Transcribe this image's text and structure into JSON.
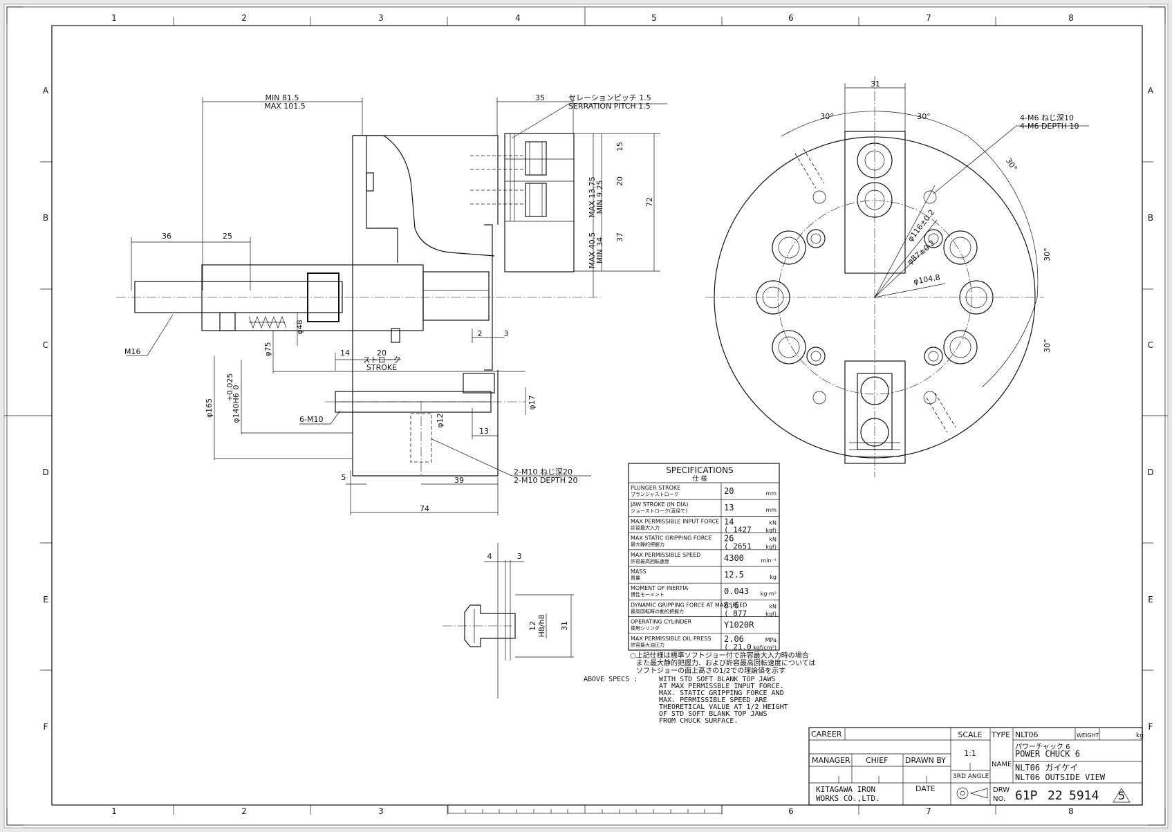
{
  "border": {
    "columns": [
      "1",
      "2",
      "3",
      "4",
      "5",
      "6",
      "7",
      "8"
    ],
    "rows": [
      "A",
      "B",
      "C",
      "D",
      "E",
      "F"
    ]
  },
  "side_view": {
    "dim_min_max_line1": "MIN 81.5",
    "dim_min_max_line2": "MAX 101.5",
    "dim_35": "35",
    "serration_jp": "セレーションピッチ 1.5",
    "serration_en": "SERRATION PITCH 1.5",
    "dim_15": "15",
    "dim_20_v": "20",
    "dim_37": "37",
    "dim_72": "72",
    "max_min_jaw_1": "MAX 13.75",
    "max_min_jaw_2": "MIN 9.25",
    "max_min_plunger_1": "MAX 40.5",
    "max_min_plunger_2": "MIN 34",
    "dim_36": "36",
    "dim_25": "25",
    "m16": "M16",
    "phi48": "φ48",
    "phi75": "φ75",
    "dim_14": "14",
    "dim_20": "20",
    "stroke_jp": "ストローク",
    "stroke_en": "STROKE",
    "dim_2": "2",
    "dim_3": "3",
    "phi17": "φ17",
    "phi12": "φ12",
    "dim_13": "13",
    "phi165": "φ165",
    "phi140": "φ140H6",
    "phi140_tol_up": "+0.025",
    "phi140_tol_lo": "0",
    "m10_6": "6-M10",
    "m10_2_jp": "2-M10 ねじ深20",
    "m10_2_en": "2-M10 DEPTH 20",
    "dim_5": "5",
    "dim_39": "39",
    "dim_74": "74"
  },
  "front_view": {
    "dim_31": "31",
    "angle_30": "30°",
    "m6_jp": "4-M6 ねじ深10",
    "m6_en": "4-M6 DEPTH 10",
    "phi116": "φ116±0.2",
    "phi87": "φ87±0.2",
    "phi104": "φ104.8"
  },
  "jaw_detail": {
    "dim_4": "4",
    "dim_3": "3",
    "dim_12": "12",
    "dim_h8": "H8/h8",
    "dim_31": "31"
  },
  "specifications": {
    "title_en": "SPECIFICATIONS",
    "title_jp": "仕 様",
    "rows": [
      {
        "label_en": "PLUNGER STROKE",
        "label_jp": "プランジャストローク",
        "value": "20",
        "unit": "mm",
        "value2": "",
        "unit2": ""
      },
      {
        "label_en": "JAW STROKE (IN DIA)",
        "label_jp": "ジョーストローク(直径で)",
        "value": "13",
        "unit": "mm",
        "value2": "",
        "unit2": ""
      },
      {
        "label_en": "MAX PERMISSIBLE INPUT FORCE",
        "label_jp": "許容最大入力",
        "value": "14",
        "unit": "kN",
        "value2": "( 1427",
        "unit2": "kgf)"
      },
      {
        "label_en": "MAX STATIC GRIPPING FORCE",
        "label_jp": "最大静的把握力",
        "value": "26",
        "unit": "kN",
        "value2": "( 2651",
        "unit2": "kgf)"
      },
      {
        "label_en": "MAX PERMISSIBLE SPEED",
        "label_jp": "許容最高回転速度",
        "value": "4300",
        "unit": "min⁻¹",
        "value2": "",
        "unit2": ""
      },
      {
        "label_en": "MASS",
        "label_jp": "質量",
        "value": "12.5",
        "unit": "kg",
        "value2": "",
        "unit2": ""
      },
      {
        "label_en": "MOMENT OF INERTIA",
        "label_jp": "慣性モーメント",
        "value": "0.043",
        "unit": "kg·m²",
        "value2": "",
        "unit2": ""
      },
      {
        "label_en": "DYNAMIC GRIPPING FORCE AT MAX SPEED",
        "label_jp": "最高回転時の動的把握力",
        "value": "8.6",
        "unit": "kN",
        "value2": "( 877",
        "unit2": "kgf)"
      },
      {
        "label_en": "OPERATING CYLINDER",
        "label_jp": "使用シリンダ",
        "value": "Y1020R",
        "unit": "",
        "value2": "",
        "unit2": ""
      },
      {
        "label_en": "MAX PERMISSIBLE OIL PRESS",
        "label_jp": "許容最大油圧力",
        "value": "2.06",
        "unit": "MPa",
        "value2": "( 21.0",
        "unit2": "kgf/cm²)"
      }
    ],
    "note_jp_1": "○上記仕様は標準ソフトジョー付で許容最大入力時の場合",
    "note_jp_2": "また最大静的把握力、および許容最高回転速度については",
    "note_jp_3": "ソフトジョーの面上高さの1/2での理論値を示す",
    "note_en_label": "ABOVE SPECS :",
    "note_en_1": "WITH STD SOFT BLANK TOP JAWS",
    "note_en_2": "AT MAX PERMISSBLE INPUT FORCE.",
    "note_en_3": "MAX. STATIC GRIPPING FORCE AND",
    "note_en_4": "MAX. PERMISSIBLE SPEED ARE",
    "note_en_5": "THEORETICAL VALUE AT 1/2 HEIGHT",
    "note_en_6": "OF STD SOFT BLANK TOP JAWS",
    "note_en_7": "FROM CHUCK SURFACE."
  },
  "title_block": {
    "career": "CAREER",
    "scale_label": "SCALE",
    "scale_value": "1:1",
    "type_label": "TYPE",
    "type_value": "NLT06",
    "weight_label": "WEIGHT",
    "weight_unit": "kg",
    "name_label": "NAME",
    "name_jp": "パワーチャック 6",
    "name_en": "POWER CHUCK 6",
    "name_line3": "NLT06 ガイケイ",
    "name_line4": "NLT06 OUTSIDE VIEW",
    "manager": "MANAGER",
    "chief": "CHIEF",
    "drawn_by": "DRAWN BY",
    "third_angle": "3RD ANGLE",
    "company_1": "KITAGAWA IRON",
    "company_2": "WORKS CO.,LTD.",
    "date": "DATE",
    "drw_1": "DRW",
    "drw_2": "NO.",
    "drw_number_1": "61P",
    "drw_number_2": "22",
    "drw_number_3": "5914",
    "revision": "5"
  }
}
